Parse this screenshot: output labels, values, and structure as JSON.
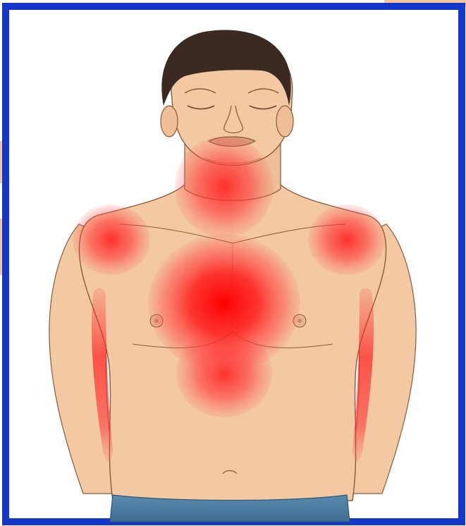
{
  "figure": {
    "subject": "male-torso-pain-map",
    "colors": {
      "border": "#1336cc",
      "corner-accent": "#f6c79c",
      "skin": "#f2c9a2",
      "skin-shadow": "#e3ad85",
      "outline": "#8a5a3c",
      "hair": "#3a2a22",
      "pants": "#4f7fa3",
      "pain": "#ff1f1f"
    },
    "pain_zones": [
      {
        "region": "throat",
        "intensity": 0.75
      },
      {
        "region": "left-shoulder",
        "intensity": 0.7
      },
      {
        "region": "right-shoulder",
        "intensity": 0.7
      },
      {
        "region": "chest-center",
        "intensity": 1.0
      },
      {
        "region": "upper-abdomen",
        "intensity": 0.75
      },
      {
        "region": "left-inner-arm",
        "intensity": 0.55
      },
      {
        "region": "right-inner-arm",
        "intensity": 0.55
      }
    ]
  }
}
